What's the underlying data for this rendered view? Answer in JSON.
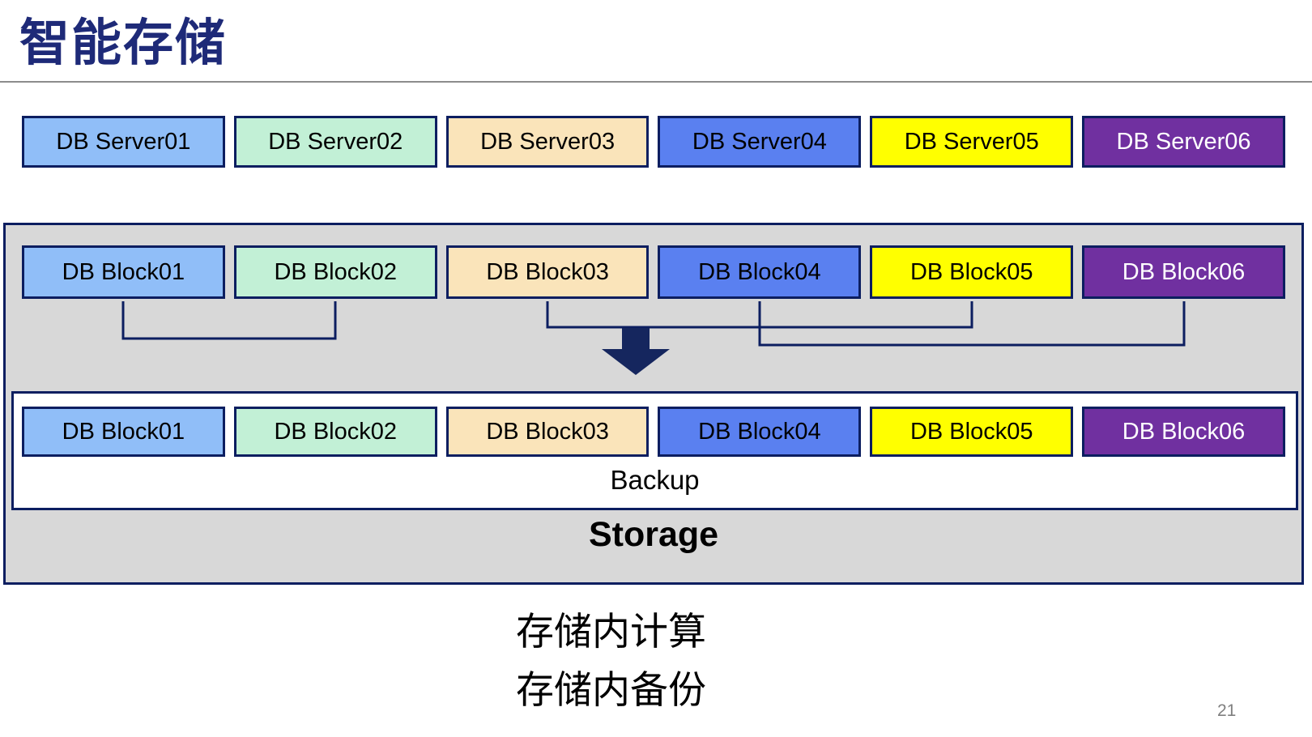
{
  "slide": {
    "title": "智能存储",
    "page_number": "21",
    "footer_lines": [
      "存储内计算",
      "存储内备份"
    ]
  },
  "palette": {
    "title_color": "#1E2A78",
    "box_border_navy": "#0C1E60",
    "connector_navy": "#0C1E60",
    "arrow_navy": "#15265E",
    "panel_gray": "#D8D8D8",
    "divider_gray": "#8C8C8C",
    "page_number_gray": "#7F7F7F"
  },
  "servers": {
    "items": [
      {
        "label": "DB Server01",
        "fill": "#90BEF8",
        "text": "#000000"
      },
      {
        "label": "DB Server02",
        "fill": "#C2F0D6",
        "text": "#000000"
      },
      {
        "label": "DB Server03",
        "fill": "#FAE4BA",
        "text": "#000000"
      },
      {
        "label": "DB Server04",
        "fill": "#5A80F0",
        "text": "#000000"
      },
      {
        "label": "DB Server05",
        "fill": "#FFFF00",
        "text": "#000000"
      },
      {
        "label": "DB Server06",
        "fill": "#7030A0",
        "text": "#FFFFFF"
      }
    ]
  },
  "blocks_top": {
    "items": [
      {
        "label": "DB Block01",
        "fill": "#90BEF8",
        "text": "#000000"
      },
      {
        "label": "DB Block02",
        "fill": "#C2F0D6",
        "text": "#000000"
      },
      {
        "label": "DB Block03",
        "fill": "#FAE4BA",
        "text": "#000000"
      },
      {
        "label": "DB Block04",
        "fill": "#5A80F0",
        "text": "#000000"
      },
      {
        "label": "DB Block05",
        "fill": "#FFFF00",
        "text": "#000000"
      },
      {
        "label": "DB Block06",
        "fill": "#7030A0",
        "text": "#FFFFFF"
      }
    ]
  },
  "blocks_bottom": {
    "items": [
      {
        "label": "DB Block01",
        "fill": "#90BEF8",
        "text": "#000000"
      },
      {
        "label": "DB Block02",
        "fill": "#C2F0D6",
        "text": "#000000"
      },
      {
        "label": "DB Block03",
        "fill": "#FAE4BA",
        "text": "#000000"
      },
      {
        "label": "DB Block04",
        "fill": "#5A80F0",
        "text": "#000000"
      },
      {
        "label": "DB Block05",
        "fill": "#FFFF00",
        "text": "#000000"
      },
      {
        "label": "DB Block06",
        "fill": "#7030A0",
        "text": "#FFFFFF"
      }
    ]
  },
  "storage": {
    "backup_label": "Backup",
    "storage_label": "Storage"
  }
}
